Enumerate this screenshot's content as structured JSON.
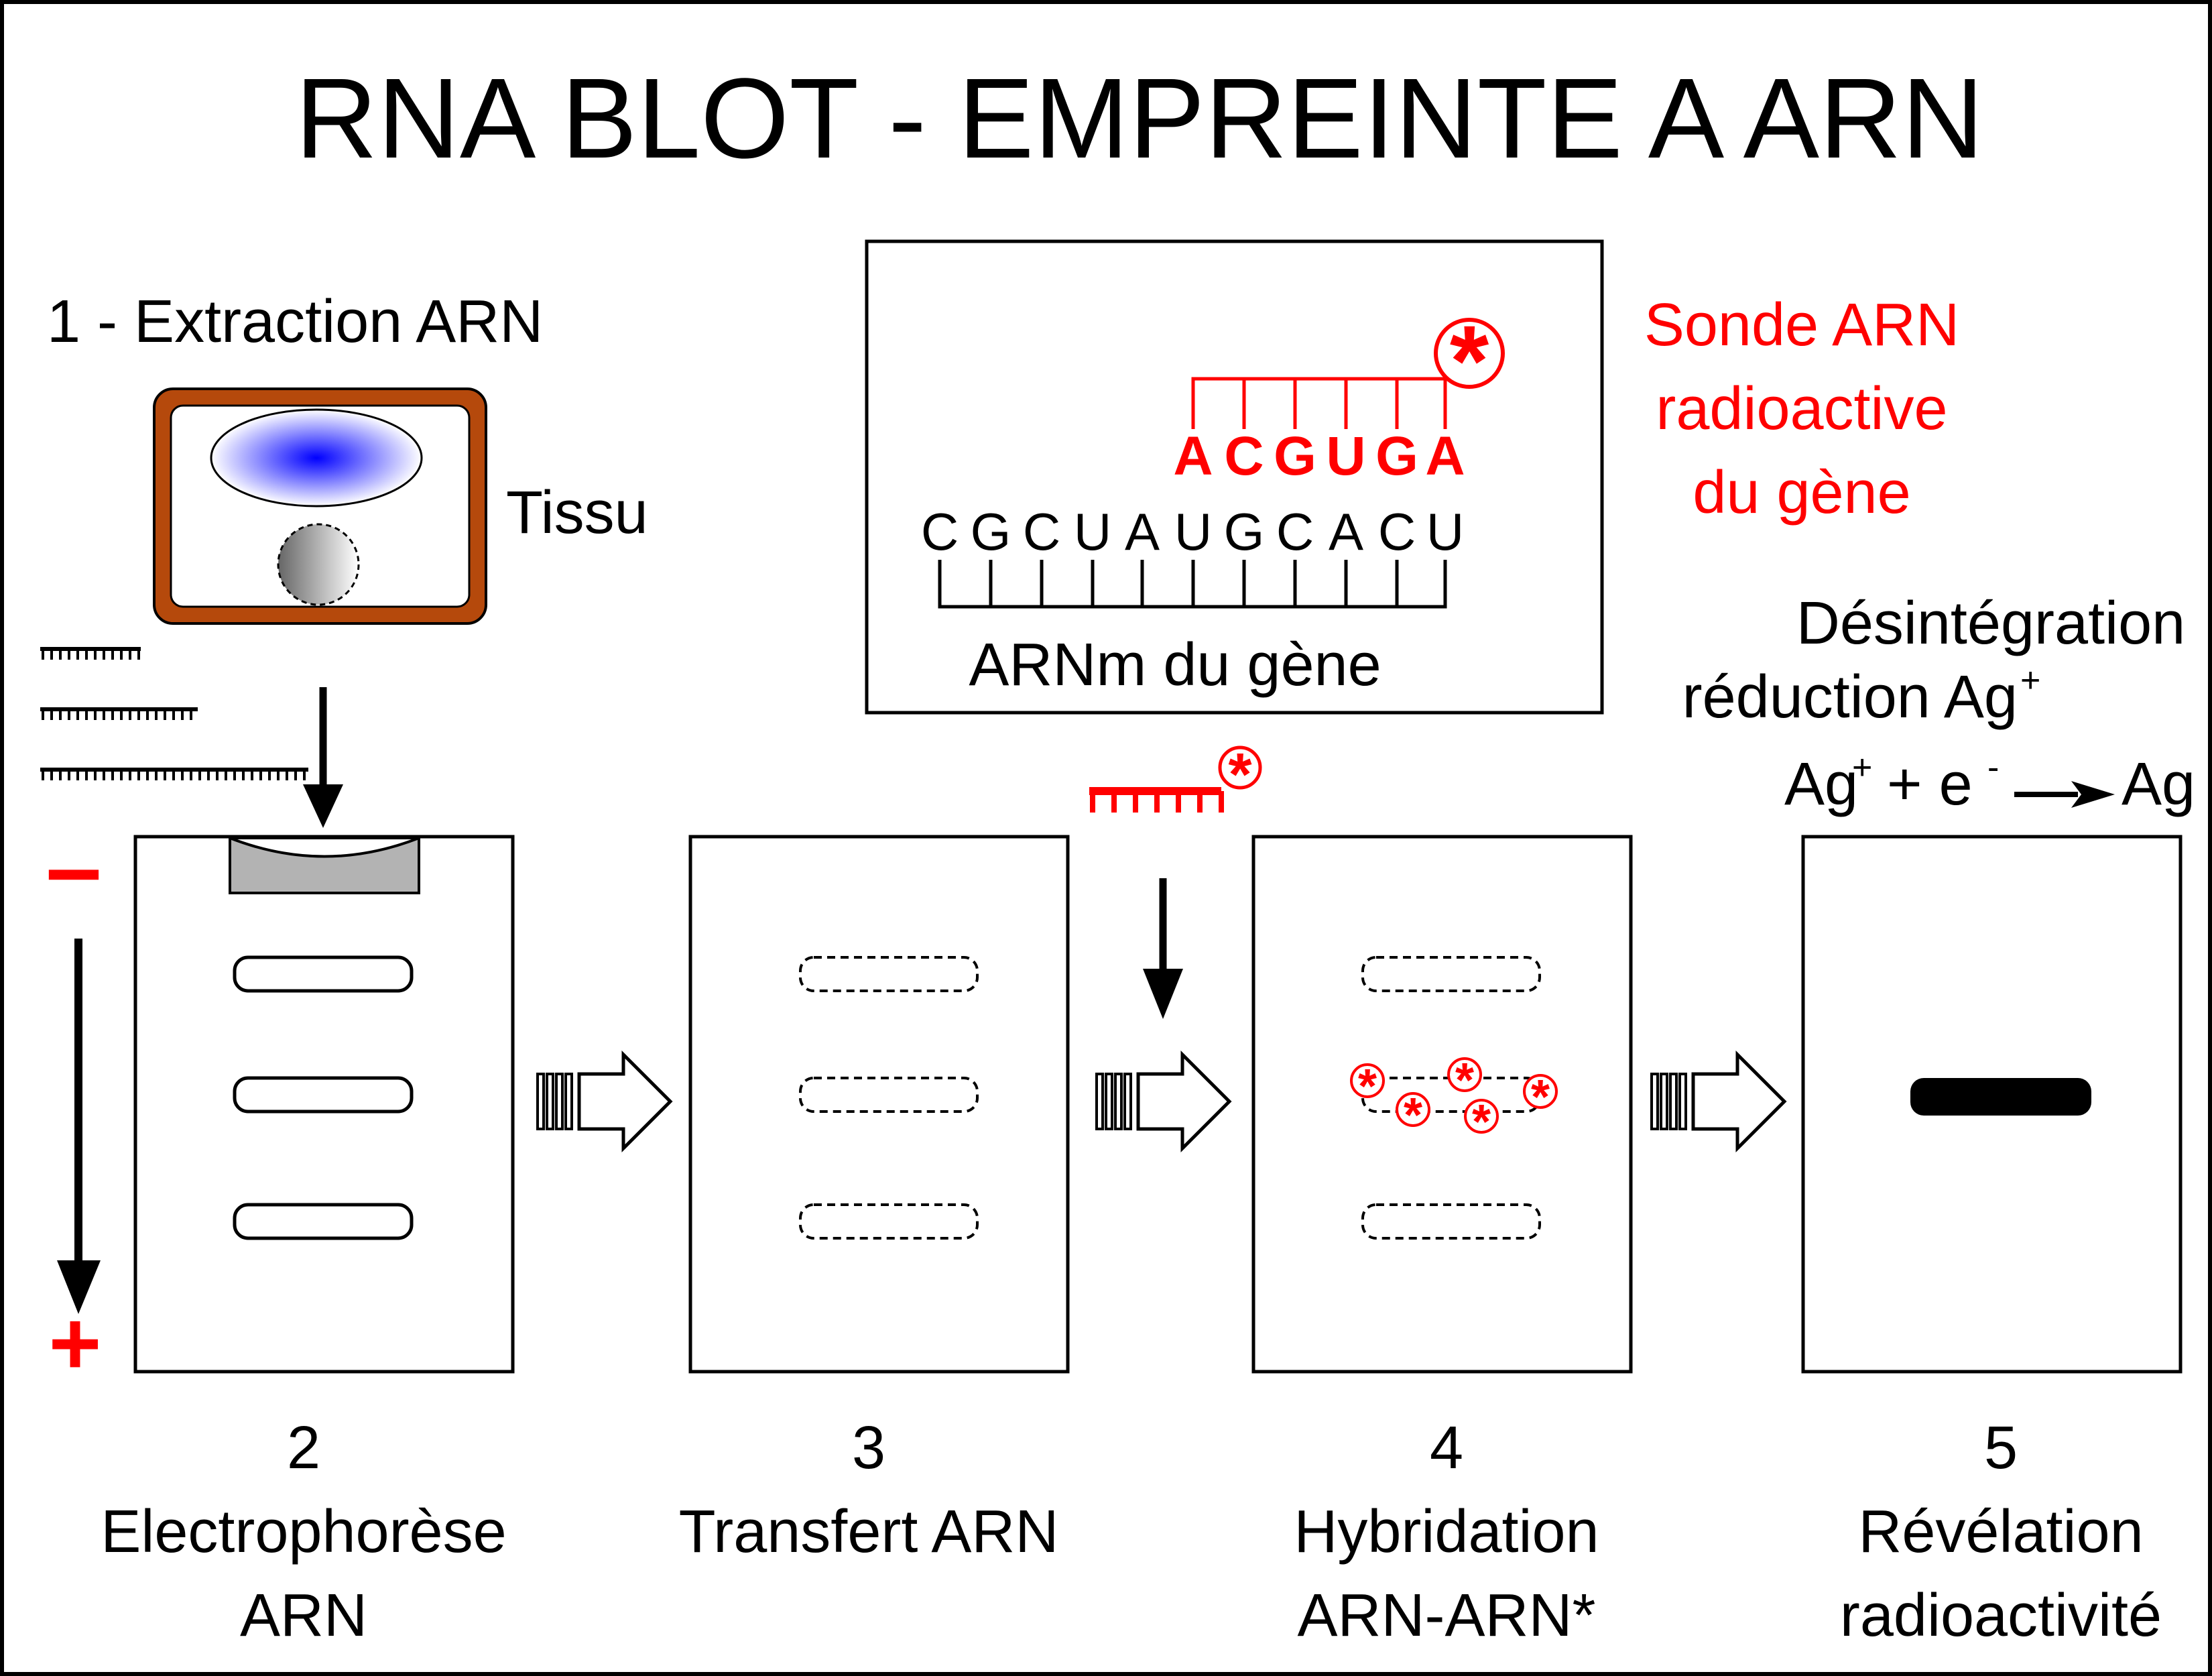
{
  "title": "RNA BLOT - EMPREINTE A ARN",
  "step1": {
    "label": "1 - Extraction  ARN",
    "tissue_label": "Tissu"
  },
  "inset": {
    "probe_sequence": [
      "A",
      "C",
      "G",
      "U",
      "G",
      "A"
    ],
    "mrna_sequence": [
      "C",
      "G",
      "C",
      "U",
      "A",
      "U",
      "G",
      "C",
      "A",
      "C",
      "U"
    ],
    "mrna_label": "ARNm du gène",
    "radioactive_mark": "*"
  },
  "probe_label": [
    "Sonde ARN",
    "radioactive",
    "du gène"
  ],
  "electrodes": {
    "negative": "–",
    "positive": "+"
  },
  "revelation_text": {
    "line1": "Désintégration",
    "line2": "réduction Ag",
    "line2_sup": "+",
    "eq_ag": "Ag",
    "eq_ag_sup": "+",
    "eq_plus_e": " + e",
    "eq_e_sup": "-",
    "eq_result": "Ag"
  },
  "steps": [
    {
      "number": "2",
      "line1": "Electrophorèse",
      "line2": "ARN"
    },
    {
      "number": "3",
      "line1": "Transfert ARN",
      "line2": ""
    },
    {
      "number": "4",
      "line1": "Hybridation",
      "line2": "ARN-ARN*"
    },
    {
      "number": "5",
      "line1": "Révélation",
      "line2": "radioactivité"
    }
  ],
  "colors": {
    "radioactive_red": "#ff0000",
    "cell_wall": "#b5490c",
    "nucleus_blue": "#0000ff",
    "well_gray": "#b3b3b3"
  }
}
